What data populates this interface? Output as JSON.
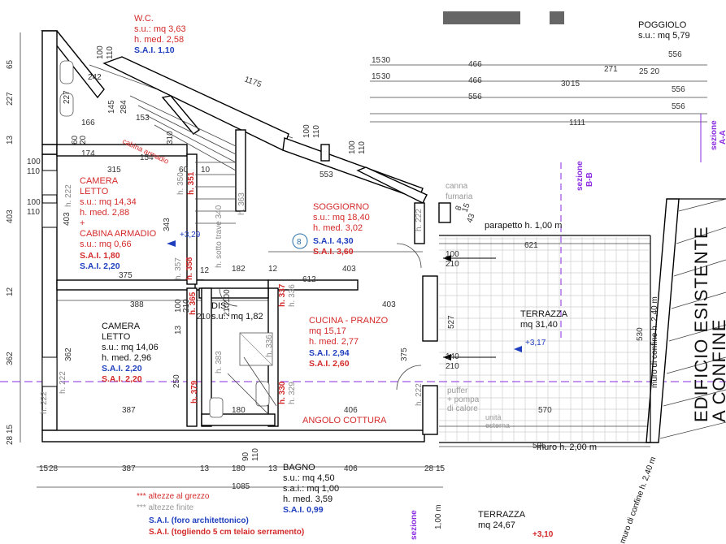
{
  "rooms": {
    "wc": {
      "name": "W.C.",
      "su": "s.u.: mq 3,63",
      "hmed": "h. med. 2,58",
      "sai": "S.A.I. 1,10"
    },
    "poggiolo": {
      "name": "POGGIOLO",
      "su": "s.u.: mq 5,79"
    },
    "camera1": {
      "name1": "CAMERA",
      "name2": "LETTO",
      "su": "s.u.: mq 14,34",
      "hmed": "h. med. 2,88",
      "plus": "+",
      "cab": "CABINA ARMADIO",
      "cabsu": "s.u.: mq 0,66",
      "sai1": "S.A.I. 1,80",
      "sai2": "S.A.I. 2,20"
    },
    "soggiorno": {
      "name": "SOGGIORNO",
      "su": "s.u.: mq 18,40",
      "hmed": "h. med. 3,02",
      "sai1": "S.A.I. 4,30",
      "sai2": "S.A.I. 3,60",
      "badge": "8"
    },
    "camera2": {
      "name1": "CAMERA",
      "name2": "LETTO",
      "su": "s.u.: mq 14,06",
      "hmed": "h. med. 2,96",
      "sai1": "S.A.I. 2,20",
      "sai2": "S.A.I. 2,20"
    },
    "dis": {
      "name": "DIS.",
      "su": "s.u.: mq 1,82"
    },
    "cucina": {
      "name": "CUCINA - PRANZO",
      "su": "mq 15,17",
      "hmed": "h. med. 2,77",
      "sai1": "S.A.I. 2,94",
      "sai2": "S.A.I. 2,60",
      "cottura": "ANGOLO COTTURA"
    },
    "terrazza1": {
      "name": "TERRAZZA",
      "su": "mq 31,40",
      "level": "+3,17"
    },
    "bagno": {
      "name": "BAGNO",
      "su": "s.u.: mq 4,50",
      "sai": "s.a.i.: mq 1,00",
      "hmed": "h. med. 3,59",
      "sai2": "S.A.I. 0,99"
    },
    "terrazza2": {
      "name": "TERRAZZA",
      "su": "mq 24,67",
      "level": "+3,10"
    }
  },
  "labels": {
    "cabina_armadio": "cabina armadio",
    "canna_fumaria_1": "canna",
    "canna_fumaria_2": "fumaria",
    "parapetto": "parapetto  h. 1,00 m",
    "muro_basso": "muro  h. 2,00 m",
    "muro_confine_1": "muro di confine h. 2,40 m",
    "muro_confine_2": "muro di confine h. 2,40 m",
    "puffer_1": "puffer",
    "puffer_2": "+ pompa",
    "puffer_3": "di calore",
    "unita_1": "unità",
    "unita_2": "esterna",
    "level_329": "+3,29",
    "sotto_trave": "h. sotto trave 340",
    "edificio_1": "EDIFICIO ESISTENTE",
    "edificio_2": "A CONFINE",
    "sezione_aa_1": "sezione",
    "sezione_aa_2": "A-A",
    "sezione_bb_1": "sezione",
    "sezione_bb_2": "B-B",
    "sezione_bottom": "sezione",
    "h100m": "1,00 m"
  },
  "legend": {
    "grezzo": "*** altezze al grezzo",
    "finite": "*** altezze finite",
    "sai_foro": "S.A.I. (foro architettonico)",
    "sai_telaio": "S.A.I. (togliendo 5 cm telaio serramento)"
  },
  "dims": {
    "d65": "65",
    "d227": "227",
    "d13a": "13",
    "d403": "403",
    "d12": "12",
    "d362": "362",
    "d1528a": "15",
    "d1528b": "28",
    "d242": "242",
    "d100a": "100",
    "d110a": "110",
    "d1175": "1175",
    "d227b": "227",
    "d145": "145",
    "d284": "284",
    "d153": "153",
    "d166": "166",
    "d60a": "60",
    "d20a": "20",
    "d174": "174",
    "d154": "154",
    "d310": "310",
    "d315": "315",
    "d60b": "60",
    "d10": "10",
    "d100b": "100",
    "d110b": "110",
    "d222a": "h. 222",
    "d350": "h. 350",
    "d351": "h. 351",
    "d403b": "403",
    "d343": "343",
    "d100c": "100",
    "d110c": "110",
    "d363": "h. 363",
    "d100d": "100",
    "d110d": "110",
    "d553": "553",
    "d100e": "100",
    "d110e": "110",
    "d1530a": "15",
    "d1530b": "30",
    "d466a": "466",
    "d466b": "466",
    "d556a": "556",
    "d556b": "556",
    "d556c": "556",
    "d271": "271",
    "d2520a": "25",
    "d2520b": "20",
    "d3015a": "30",
    "d3015b": "15",
    "d1111": "1111",
    "d222b": "h. 222",
    "d815": "8",
    "d15b": "15",
    "d43": "43",
    "d621": "621",
    "d100f": "100",
    "d210a": "210",
    "d375a": "375",
    "d357": "h. 357",
    "d358": "h. 358",
    "d12b": "12",
    "d182": "182",
    "d12c": "12",
    "d403c": "403",
    "d612": "612",
    "d388": "388",
    "d403d": "403",
    "d100g": "100",
    "d210b": "210",
    "d365": "h. 365",
    "d13b": "13",
    "d210c": "210",
    "d337": "h. 337",
    "d336": "h. 336",
    "d527": "527",
    "d530": "530",
    "d100h": "100",
    "d210d": "210",
    "d222c": "h. 222",
    "d362b": "362",
    "d383": "h. 383",
    "d336b": "h. 336",
    "d375b": "375",
    "d140": "140",
    "d210e": "210",
    "d250": "250",
    "d379": "h. 379",
    "d330": "h. 330",
    "d329": "h. 329",
    "d222d": "h. 222",
    "d222e": "h. 222",
    "d387a": "387",
    "d180a": "180",
    "d406a": "406",
    "d570": "570",
    "d595": "595",
    "b1528a": "15",
    "b1528b": "28",
    "b387": "387",
    "b13": "13",
    "b180": "180",
    "b13b": "13",
    "b406": "406",
    "b2815a": "28",
    "b2815b": "15",
    "b1085": "1085",
    "b90": "90",
    "b110": "110"
  }
}
